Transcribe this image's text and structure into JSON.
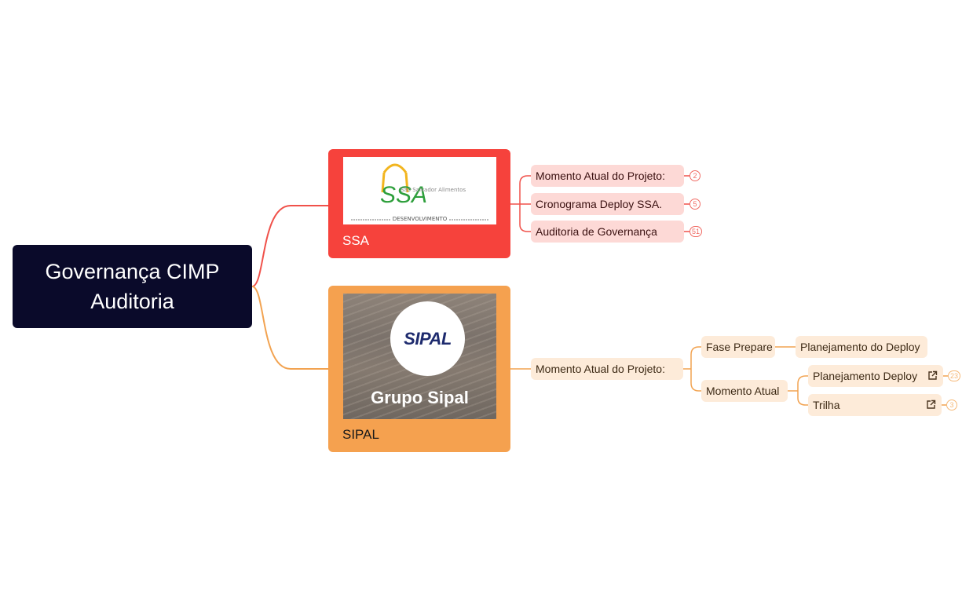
{
  "root": {
    "line1": "Governança CIMP",
    "line2": "Auditoria"
  },
  "ssa": {
    "label": "SSA",
    "image": {
      "logo_mark": "SSA",
      "logo_text": "São Salvador Alimentos",
      "footer": "DESENVOLVIMENTO"
    },
    "children": [
      {
        "label": "Momento Atual do Projeto:",
        "count": "2"
      },
      {
        "label": "Cronograma Deploy SSA.",
        "count": "5"
      },
      {
        "label": "Auditoria de Governança",
        "count": "51"
      }
    ]
  },
  "sipal": {
    "label": "SIPAL",
    "image": {
      "logo": "SIPAL",
      "caption": "Grupo Sipal"
    },
    "child": {
      "label": "Momento Atual do Projeto:",
      "children": [
        {
          "label": "Fase Prepare",
          "children": [
            {
              "label": "Planejamento do Deploy"
            }
          ]
        },
        {
          "label": "Momento Atual",
          "children": [
            {
              "label": "Planejamento Deploy",
              "count": "23",
              "icon": "external-link-icon"
            },
            {
              "label": "Trilha",
              "count": "3",
              "icon": "external-link-icon"
            }
          ]
        }
      ]
    }
  },
  "colors": {
    "root": "#0a0a2a",
    "ssa": "#f6423c",
    "sipal": "#f5a14f",
    "ssa_child": "#fdd9d6",
    "sipal_child": "#fdebd9"
  }
}
